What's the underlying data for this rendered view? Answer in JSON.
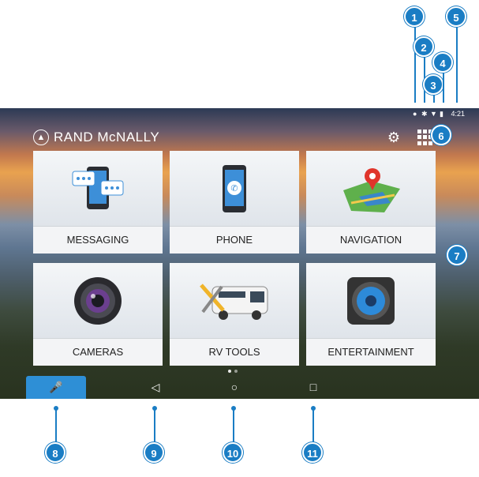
{
  "status_bar": {
    "icons": [
      "location-icon",
      "bluetooth-icon",
      "wifi-icon",
      "battery-icon"
    ],
    "time": "4:21"
  },
  "header": {
    "logo_text": "RAND McNALLY",
    "settings_icon": "gear-icon",
    "apps_icon": "app-grid-icon"
  },
  "tiles": [
    {
      "label": "MESSAGING",
      "icon": "messaging-phone-icon"
    },
    {
      "label": "PHONE",
      "icon": "phone-icon"
    },
    {
      "label": "NAVIGATION",
      "icon": "map-pin-icon"
    },
    {
      "label": "CAMERAS",
      "icon": "camera-lens-icon"
    },
    {
      "label": "RV TOOLS",
      "icon": "rv-tools-icon"
    },
    {
      "label": "ENTERTAINMENT",
      "icon": "speaker-icon"
    }
  ],
  "bottom_bar": {
    "mic_icon": "microphone-icon",
    "back_icon": "back-triangle-icon",
    "home_icon": "home-circle-icon",
    "recents_icon": "recents-square-icon"
  },
  "callouts": [
    "1",
    "2",
    "3",
    "4",
    "5",
    "6",
    "7",
    "8",
    "9",
    "10",
    "11"
  ],
  "colors": {
    "accent": "#1a7dc4",
    "mic_button": "#2e8fd6"
  }
}
